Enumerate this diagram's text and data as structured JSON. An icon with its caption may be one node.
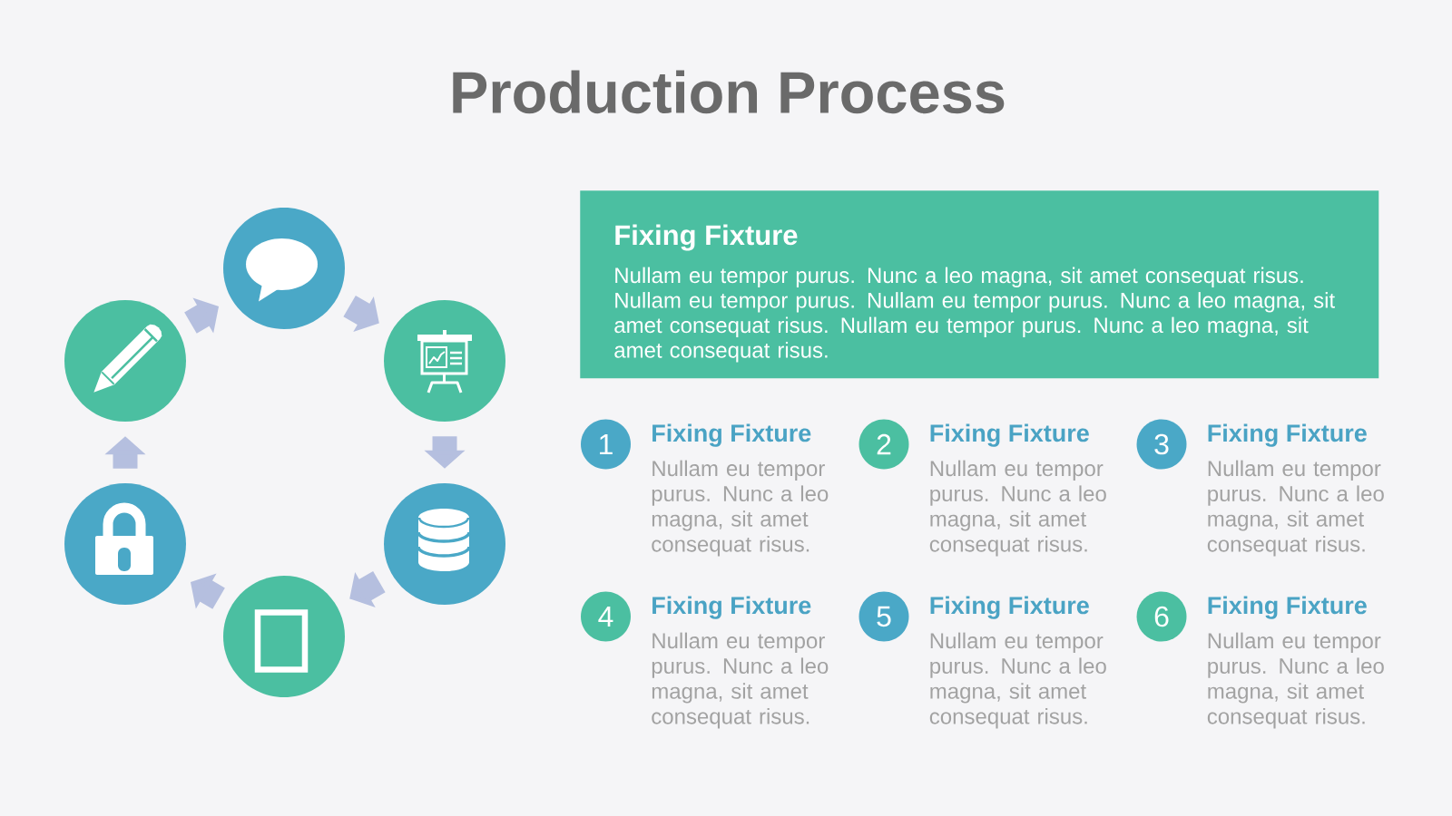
{
  "diagram": {
    "title": "Production Process",
    "nodes": [
      {
        "text": [],
        "shape": "circle"
      },
      {
        "text": [],
        "shape": "circle"
      },
      {
        "text": [],
        "shape": "circle"
      },
      {
        "text": [],
        "shape": "circle"
      },
      {
        "text": [],
        "shape": "circle"
      },
      {
        "text": [],
        "shape": "circle"
      },
      {
        "text": [
          "Fixing Fixture",
          "Nullam eu tempor purus. Nunc a leo magna, sit amet consequat risus. Nullam eu tempor purus. Nullam eu tempor purus. Nunc a leo magna, sit amet consequat risus. Nullam eu tempor purus. Nunc a leo magna, sit amet consequat risus."
        ]
      },
      {
        "text": [
          "1"
        ],
        "beside": [
          "Fixing Fixture",
          "Nullam eu tempor purus. Nunc a leo magna, sit amet consequat risus."
        ]
      },
      {
        "text": [
          "2"
        ],
        "beside": [
          "Fixing Fixture",
          "Nullam eu tempor purus. Nunc a leo magna, sit amet consequat risus."
        ]
      },
      {
        "text": [
          "3"
        ],
        "beside": [
          "Fixing Fixture",
          "Nullam eu tempor purus. Nunc a leo magna, sit amet consequat risus."
        ]
      },
      {
        "text": [
          "4"
        ],
        "beside": [
          "Fixing Fixture",
          "Nullam eu tempor purus. Nunc a leo magna, sit amet consequat risus."
        ]
      },
      {
        "text": [
          "5"
        ],
        "beside": [
          "Fixing Fixture",
          "Nullam eu tempor purus. Nunc a leo magna, sit amet consequat risus."
        ]
      },
      {
        "text": [
          "6"
        ],
        "beside": [
          "Fixing Fixture",
          "Nullam eu tempor purus. Nunc a leo magna, sit amet consequat risus."
        ]
      }
    ],
    "edges": [
      {
        "from": 0,
        "to": 1,
        "arrow": "to"
      },
      {
        "from": 1,
        "to": 2,
        "arrow": "to"
      },
      {
        "from": 2,
        "to": 3,
        "arrow": "to"
      },
      {
        "from": 3,
        "to": 4,
        "arrow": "to"
      },
      {
        "from": 4,
        "to": 5,
        "arrow": "to"
      },
      {
        "from": 5,
        "to": 0,
        "arrow": "to"
      }
    ]
  }
}
